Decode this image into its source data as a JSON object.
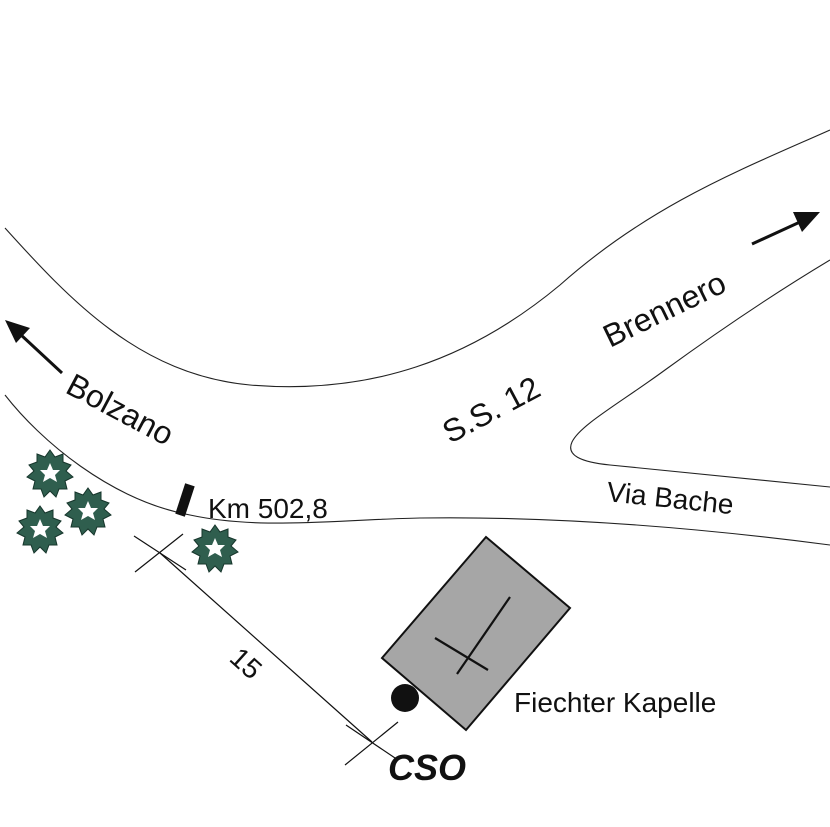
{
  "labels": {
    "bolzano": "Bolzano",
    "brennero": "Brennero",
    "road_name": "S.S. 12",
    "via_bache": "Via Bache",
    "km_marker": "Km 502,8",
    "distance": "15",
    "chapel": "Fiechter Kapelle",
    "station": "CSO"
  },
  "colors": {
    "line": "#222222",
    "building_fill": "#a6a6a6",
    "tree_fill": "#2f5e4e",
    "marker": "#111111"
  },
  "icons": {
    "tree": "tree-icon",
    "cross": "cross-icon",
    "station": "station-dot-icon",
    "arrow": "arrow-icon"
  }
}
